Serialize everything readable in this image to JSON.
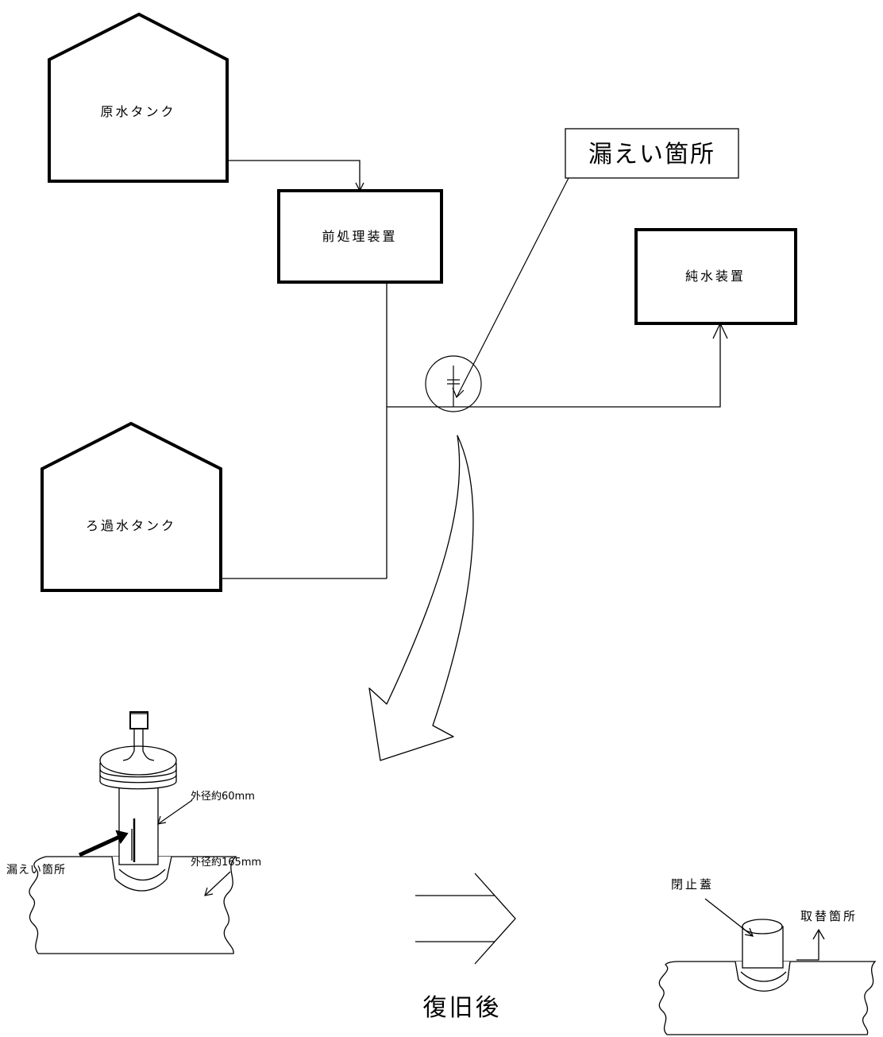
{
  "diagram": {
    "raw_water_tank": "原水タンク",
    "pretreatment_unit": "前処理装置",
    "pure_water_unit": "純水装置",
    "filtered_water_tank": "ろ過水タンク",
    "leak_location_callout": "漏えい箇所",
    "detail_before": {
      "outer_diameter_upper": "外径約60mm",
      "outer_diameter_lower": "外径約165mm",
      "leak_location": "漏えい箇所"
    },
    "recovery_label": "復旧後",
    "detail_after": {
      "blind_cap": "閉止蓋",
      "replaced_part": "取替箇所"
    }
  }
}
